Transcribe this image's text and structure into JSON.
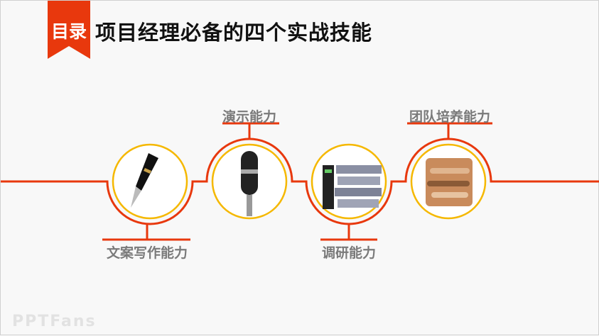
{
  "header": {
    "badge": "目录",
    "title": "项目经理必备的四个实战技能"
  },
  "skills": [
    {
      "label": "文案写作能力",
      "icon": "fountain-pen"
    },
    {
      "label": "演示能力",
      "icon": "microphone"
    },
    {
      "label": "调研能力",
      "icon": "binders"
    },
    {
      "label": "团队培养能力",
      "icon": "stacked-hands"
    }
  ],
  "watermark": "PPTFans",
  "colors": {
    "accent": "#e8380d",
    "ring": "#f5b800",
    "label": "#7a7a7a"
  }
}
